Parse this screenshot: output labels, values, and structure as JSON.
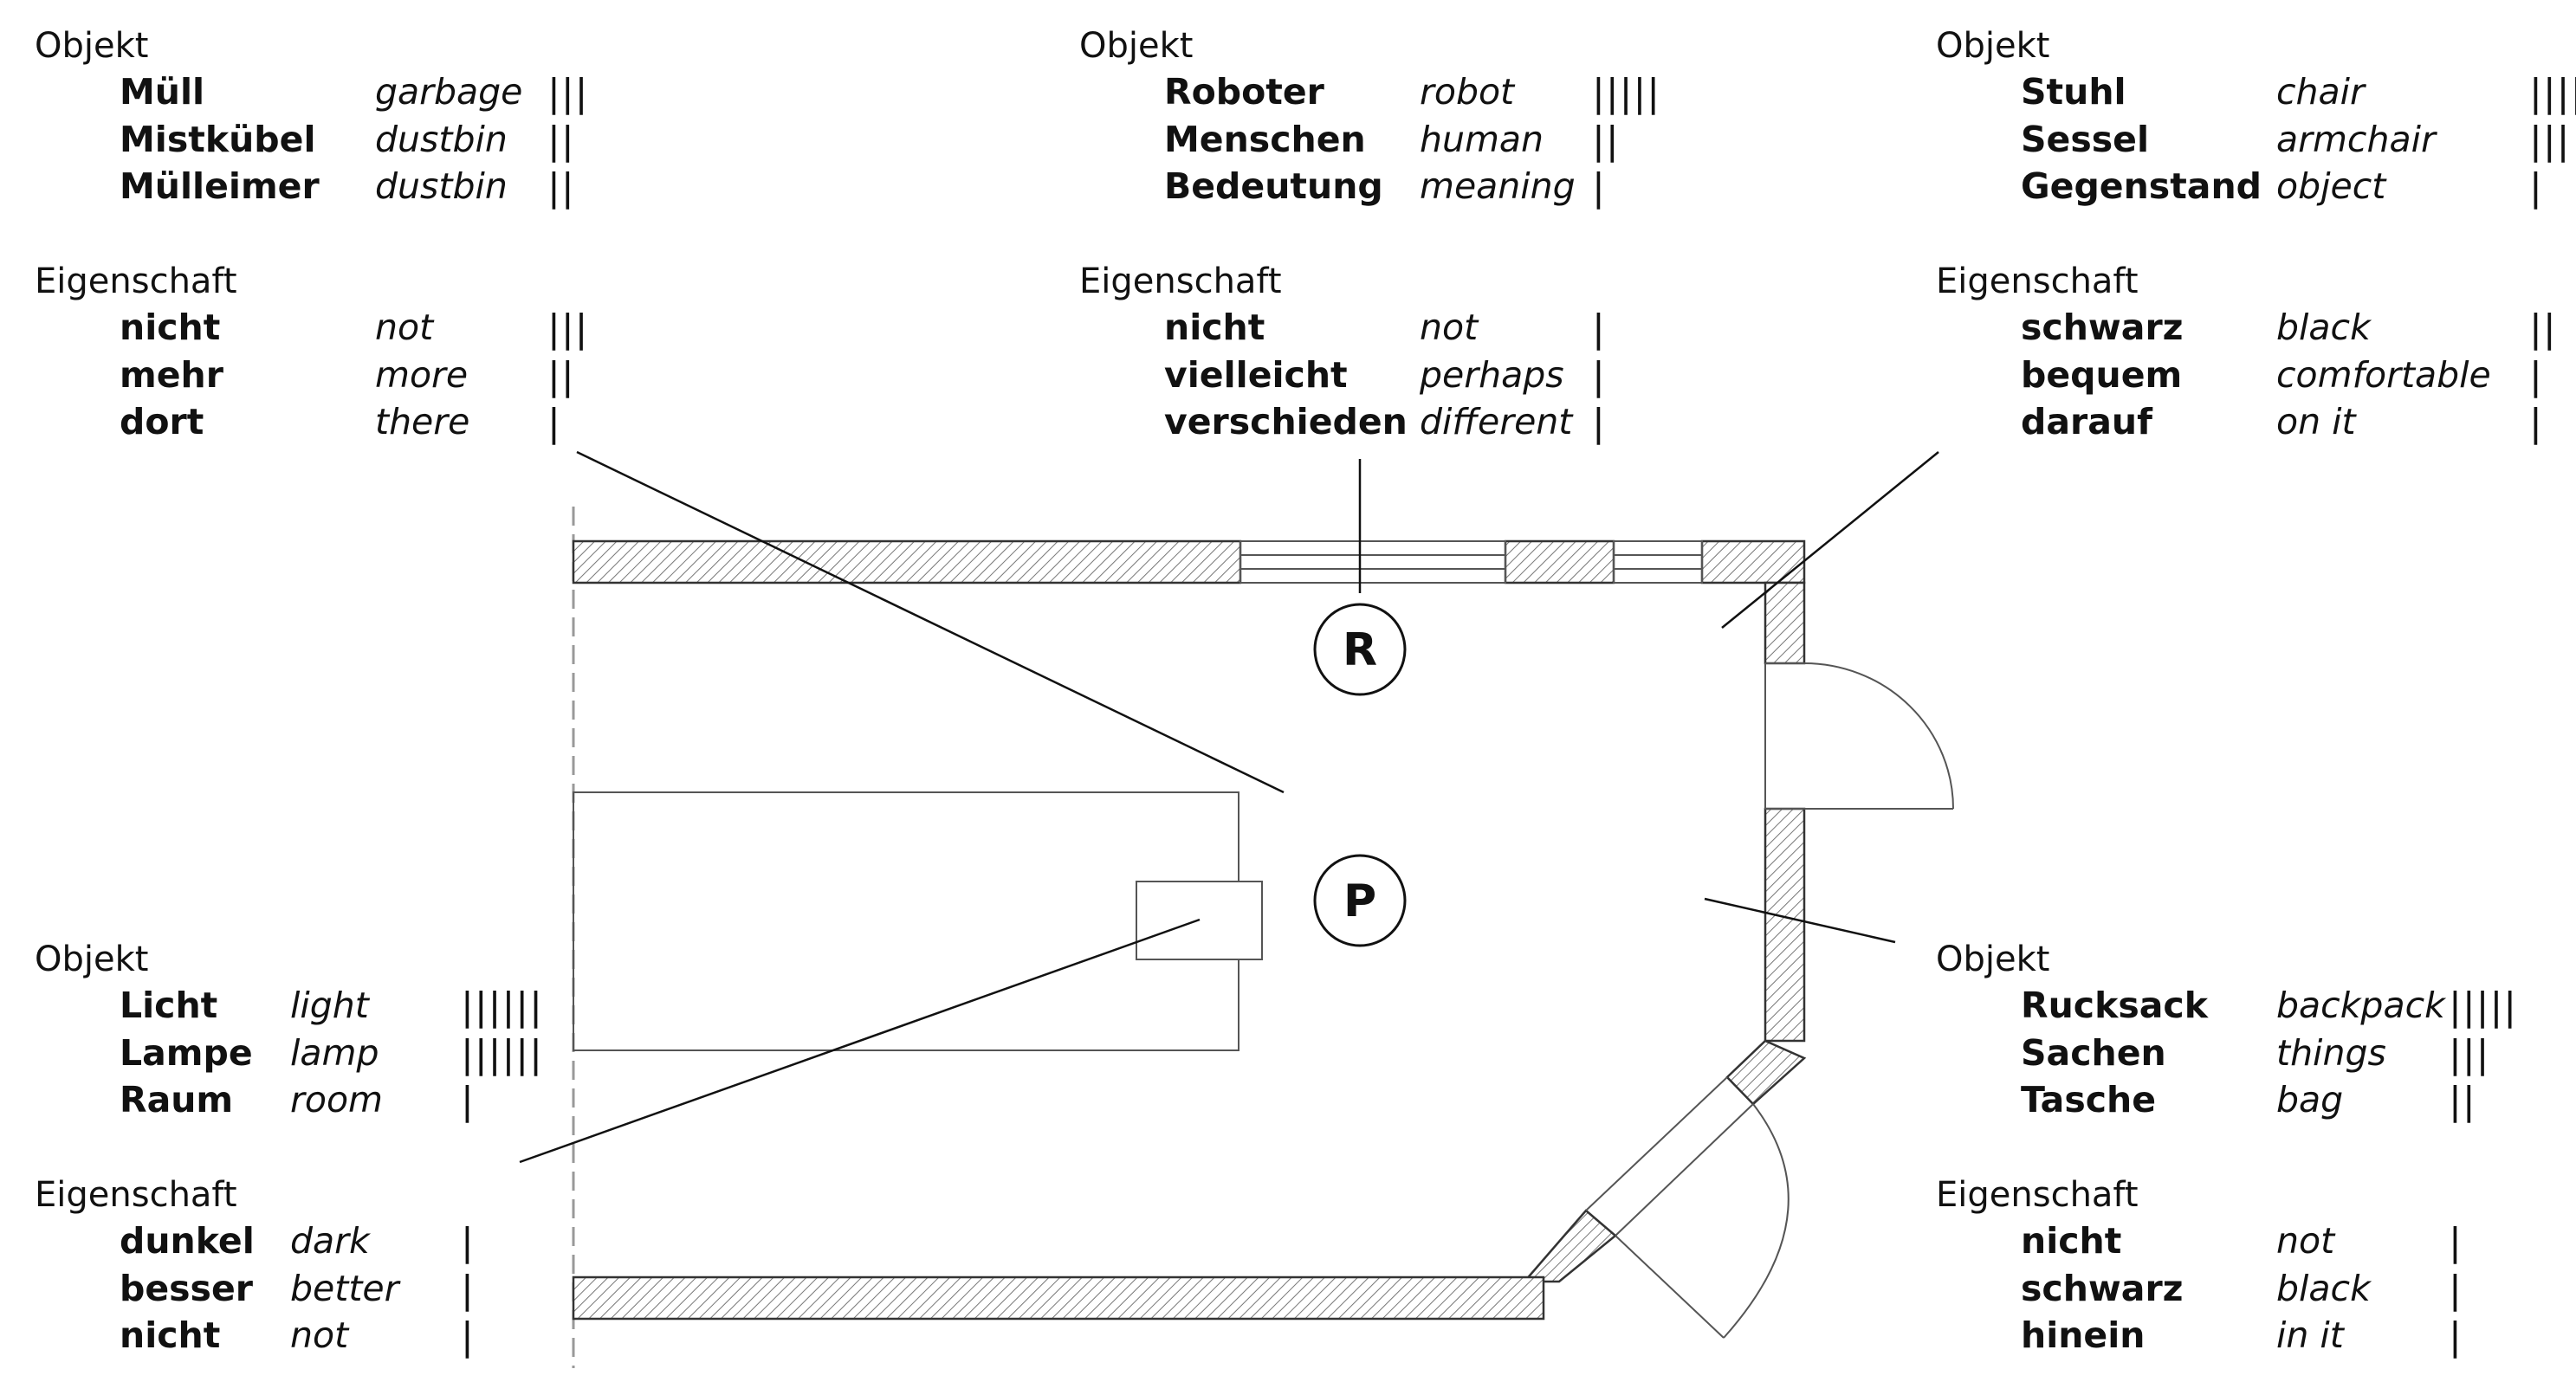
{
  "blocks": [
    {
      "id": "top-left",
      "groups": [
        {
          "heading": "Objekt",
          "rows": [
            {
              "word": "Müll",
              "translation": "garbage",
              "tally": "|||",
              "count": 3
            },
            {
              "word": "Mistkübel",
              "translation": "dustbin",
              "tally": "||",
              "count": 2
            },
            {
              "word": "Mülleimer",
              "translation": "dustbin",
              "tally": "||",
              "count": 2
            }
          ]
        },
        {
          "heading": "Eigenschaft",
          "rows": [
            {
              "word": "nicht",
              "translation": "not",
              "tally": "|||",
              "count": 3
            },
            {
              "word": "mehr",
              "translation": "more",
              "tally": "||",
              "count": 2
            },
            {
              "word": "dort",
              "translation": "there",
              "tally": "|",
              "count": 1
            }
          ]
        }
      ]
    },
    {
      "id": "top-center",
      "groups": [
        {
          "heading": "Objekt",
          "rows": [
            {
              "word": "Roboter",
              "translation": "robot",
              "tally": "|||||",
              "count": 5
            },
            {
              "word": "Menschen",
              "translation": "human",
              "tally": "||",
              "count": 2
            },
            {
              "word": "Bedeutung",
              "translation": "meaning",
              "tally": "|",
              "count": 1
            }
          ]
        },
        {
          "heading": "Eigenschaft",
          "rows": [
            {
              "word": "nicht",
              "translation": "not",
              "tally": "|",
              "count": 1
            },
            {
              "word": "vielleicht",
              "translation": "perhaps",
              "tally": "|",
              "count": 1
            },
            {
              "word": "verschieden",
              "translation": "different",
              "tally": "|",
              "count": 1
            }
          ]
        }
      ]
    },
    {
      "id": "top-right",
      "groups": [
        {
          "heading": "Objekt",
          "rows": [
            {
              "word": "Stuhl",
              "translation": "chair",
              "tally": "||||",
              "count": 4
            },
            {
              "word": "Sessel",
              "translation": "armchair",
              "tally": "|||",
              "count": 3
            },
            {
              "word": "Gegenstand",
              "translation": "object",
              "tally": "|",
              "count": 1
            }
          ]
        },
        {
          "heading": "Eigenschaft",
          "rows": [
            {
              "word": "schwarz",
              "translation": "black",
              "tally": "||",
              "count": 2
            },
            {
              "word": "bequem",
              "translation": "comfortable",
              "tally": "|",
              "count": 1
            },
            {
              "word": "darauf",
              "translation": "on it",
              "tally": "|",
              "count": 1
            }
          ]
        }
      ]
    },
    {
      "id": "bottom-left",
      "groups": [
        {
          "heading": "Objekt",
          "rows": [
            {
              "word": "Licht",
              "translation": "light",
              "tally": "||||||",
              "count": 6
            },
            {
              "word": "Lampe",
              "translation": "lamp",
              "tally": "||||||",
              "count": 6
            },
            {
              "word": "Raum",
              "translation": "room",
              "tally": "|",
              "count": 1
            }
          ]
        },
        {
          "heading": "Eigenschaft",
          "rows": [
            {
              "word": "dunkel",
              "translation": "dark",
              "tally": "|",
              "count": 1
            },
            {
              "word": "besser",
              "translation": "better",
              "tally": "|",
              "count": 1
            },
            {
              "word": "nicht",
              "translation": "not",
              "tally": "|",
              "count": 1
            }
          ]
        }
      ]
    },
    {
      "id": "bottom-right",
      "groups": [
        {
          "heading": "Objekt",
          "rows": [
            {
              "word": "Rucksack",
              "translation": "backpack",
              "tally": "|||||",
              "count": 5
            },
            {
              "word": "Sachen",
              "translation": "things",
              "tally": "|||",
              "count": 3
            },
            {
              "word": "Tasche",
              "translation": "bag",
              "tally": "||",
              "count": 2
            }
          ]
        },
        {
          "heading": "Eigenschaft",
          "rows": [
            {
              "word": "nicht",
              "translation": "not",
              "tally": "|",
              "count": 1
            },
            {
              "word": "schwarz",
              "translation": "black",
              "tally": "|",
              "count": 1
            },
            {
              "word": "hinein",
              "translation": "in it",
              "tally": "|",
              "count": 1
            }
          ]
        }
      ]
    }
  ],
  "markers": [
    {
      "id": "robot",
      "label": "R"
    },
    {
      "id": "person",
      "label": "P"
    }
  ],
  "colors": {
    "ink": "#111111",
    "plan_line": "#555555",
    "hatch": "#777777"
  }
}
